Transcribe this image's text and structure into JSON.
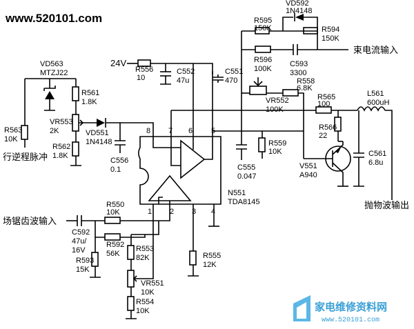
{
  "header": {
    "url": "www.520101.com"
  },
  "supply": {
    "label": "24V"
  },
  "ic": {
    "ref": "N551",
    "part": "TDA8145",
    "pins": [
      "1",
      "2",
      "3",
      "4",
      "5",
      "6",
      "7",
      "8"
    ]
  },
  "components": {
    "vd563": {
      "ref": "VD563",
      "value": "MTZJ22"
    },
    "vd592": {
      "ref": "VD592",
      "value": "1N4148"
    },
    "vd551": {
      "ref": "VD551",
      "value": "1N4148"
    },
    "r563": {
      "ref": "R563",
      "value": "10K"
    },
    "r561": {
      "ref": "R561",
      "value": "1.8K"
    },
    "vr553": {
      "ref": "VR553",
      "value": "2K"
    },
    "r562": {
      "ref": "R562",
      "value": "1.8K"
    },
    "r556": {
      "ref": "R556",
      "value": "10"
    },
    "c552": {
      "ref": "C552",
      "value": "47u"
    },
    "c551": {
      "ref": "C551",
      "value": "470"
    },
    "r595": {
      "ref": "R595",
      "value": "150K"
    },
    "r594": {
      "ref": "R594",
      "value": "150K"
    },
    "r596": {
      "ref": "R596",
      "value": "100K"
    },
    "c593": {
      "ref": "C593",
      "value": "3300"
    },
    "vr552": {
      "ref": "VR552",
      "value": "100K"
    },
    "r558": {
      "ref": "R558",
      "value": "6.8K"
    },
    "r565": {
      "ref": "R565",
      "value": "100"
    },
    "l561": {
      "ref": "L561",
      "value": "600uH"
    },
    "r566": {
      "ref": "R566",
      "value": "22"
    },
    "c561": {
      "ref": "C561",
      "value": "6.8u"
    },
    "v551": {
      "ref": "V551",
      "value": "A940"
    },
    "c556": {
      "ref": "C556",
      "value": "0.1"
    },
    "c555": {
      "ref": "C555",
      "value": "0.047"
    },
    "r559": {
      "ref": "R559",
      "value": "10K"
    },
    "r550": {
      "ref": "R550",
      "value": "10K"
    },
    "c592": {
      "ref": "C592",
      "value": "47u/",
      "value2": "16V"
    },
    "r592": {
      "ref": "R592",
      "value": "56K"
    },
    "r593": {
      "ref": "R593",
      "value": "15K"
    },
    "r553": {
      "ref": "R553",
      "value": "82K"
    },
    "vr551": {
      "ref": "VR551",
      "value": "10K"
    },
    "r554": {
      "ref": "R554",
      "value": "10K"
    },
    "r555": {
      "ref": "R555",
      "value": "12K"
    }
  },
  "signals": {
    "beam_current_input": "束电流输入",
    "line_flyback_pulse": "行逆程脉冲",
    "field_sawtooth_input": "场锯齿波输入",
    "parabola_output": "抛物波输出"
  },
  "watermark": {
    "text": "家电维修资料网",
    "url": "www.520101.com"
  },
  "colors": {
    "wire": "#000000",
    "watermark": "#3aa0d6"
  }
}
